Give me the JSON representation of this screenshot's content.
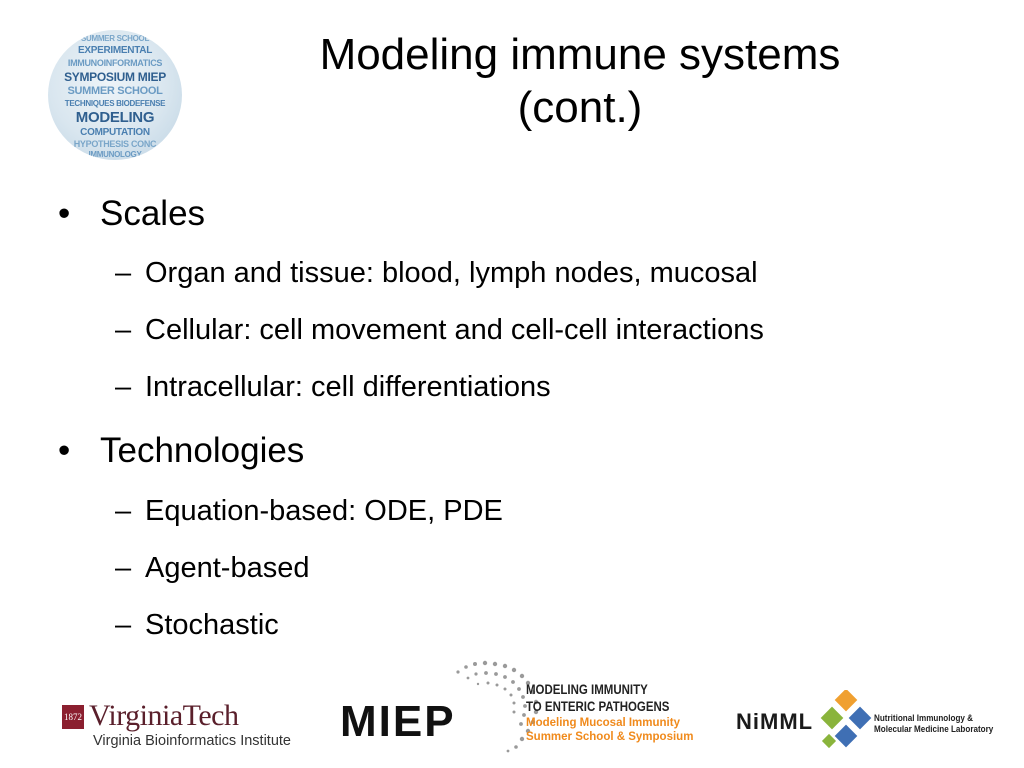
{
  "slide": {
    "title_line1": "Modeling immune systems",
    "title_line2": "(cont.)",
    "bullets": [
      {
        "label": "Scales",
        "subitems": [
          "Organ and tissue: blood, lymph nodes, mucosal",
          "Cellular: cell movement and cell-cell interactions",
          "Intracellular: cell differentiations"
        ]
      },
      {
        "label": "Technologies",
        "subitems": [
          "Equation-based: ODE, PDE",
          "Agent-based",
          "Stochastic"
        ]
      }
    ],
    "bullet_glyph": "•",
    "sub_glyph": "–"
  },
  "globe_logo": {
    "words": [
      "SUMMER SCHOOL",
      "EXPERIMENTAL",
      "IMMUNOINFORMATICS",
      "SYMPOSIUM MIEP",
      "SUMMER SCHOOL",
      "TECHNIQUES BIODEFENSE",
      "MODELING",
      "COMPUTATION",
      "HYPOTHESIS CONC",
      "IMMUNOLOGY"
    ],
    "colors": [
      "#4a7fb0",
      "#7aa6c9",
      "#2f5f8f",
      "#6b9bc3"
    ]
  },
  "footer": {
    "vt_shield": "1872",
    "vt_name": "VirginiaTech",
    "vt_sub": "Virginia Bioinformatics Institute",
    "miep_word": "MIEP",
    "miep_line1": "MODELING IMMUNITY",
    "miep_line2": "TO ENTERIC PATHOGENS",
    "miep_line3": "Modeling Mucosal Immunity",
    "miep_line4": "Summer School & Symposium",
    "nimml_word": "NiMML",
    "nimml_line1": "Nutritional Immunology &",
    "nimml_line2": "Molecular Medicine Laboratory",
    "colors": {
      "vt_maroon": "#8b1f2f",
      "miep_orange": "#f08a1c",
      "nimml_orange": "#f0a030",
      "nimml_green": "#8ab43c",
      "nimml_blue": "#3f6fb4"
    }
  }
}
